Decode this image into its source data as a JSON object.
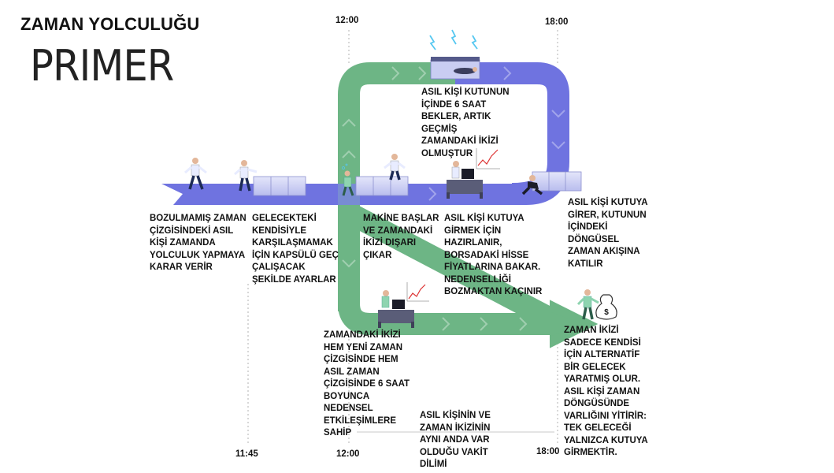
{
  "title": "ZAMAN YOLCULUĞU",
  "subtitle": "PRIMER",
  "times": {
    "top_1200": "12:00",
    "top_1800": "18:00",
    "bottom_1145": "11:45",
    "bottom_1200": "12:00",
    "bottom_1800": "18:00"
  },
  "labels": {
    "decide": "BOZULMAMIŞ ZAMAN ÇİZGİSİNDEKİ ASIL KİŞİ ZAMANDA YOLCULUK YAPMAYA KARAR VERİR",
    "setup": "GELECEKTEKİ KENDİSİYLE KARŞILAŞMAMAK İÇİN KAPSÜLÜ GEÇ ÇALIŞACAK ŞEKİLDE AYARLAR",
    "machine_start": "MAKİNE BAŞLAR VE ZAMANDAKİ İKİZİ DIŞARI ÇIKAR",
    "stock": "ASIL KİŞİ KUTUYA GİRMEK İÇİN HAZIRLANIR, BORSADAKİ HİSSE FİYATLARINA BAKAR. NEDENSELLİĞİ BOZMAKTAN KAÇINIR",
    "box_wait": "ASIL KİŞİ KUTUNUN İÇİNDE 6 SAAT BEKLER, ARTIK GEÇMİŞ ZAMANDAKİ İKİZİ OLMUŞTUR",
    "enters_box": "ASIL KİŞİ KUTUYA GİRER, KUTUNUN İÇİNDEKİ DÖNGÜSEL ZAMAN AKIŞINA KATILIR",
    "twin_interacts": "ZAMANDAKİ İKİZİ HEM YENİ ZAMAN ÇİZGİSİNDE HEM ASIL ZAMAN ÇİZGİSİNDE 6 SAAT BOYUNCA NEDENSEL ETKİLEŞİMLERE SAHİP",
    "coexist": "ASIL KİŞİNİN VE ZAMAN İKİZİNİN AYNI ANDA VAR OLDUĞU VAKİT DİLİMİ",
    "future": "ZAMAN İKİZİ SADECE KENDİSİ İÇİN ALTERNATİF BİR GELECEK YARATMIŞ OLUR. ASIL KİŞİ ZAMAN DÖNGÜSÜNDE VARLIĞINI YİTİRİR: TEK GELECEĞİ YALNIZCA KUTUYA GİRMEKTİR."
  },
  "colors": {
    "purple_track": "#6f73e0",
    "green_track": "#6db585",
    "box_fill": "#c9cdf2",
    "shirt": "#e8ecff",
    "text": "#111111"
  },
  "icons": [
    "person-figure-icon",
    "time-box-icon",
    "lightning-icon",
    "stock-chart-icon",
    "computer-desk-icon",
    "money-bag-icon"
  ]
}
